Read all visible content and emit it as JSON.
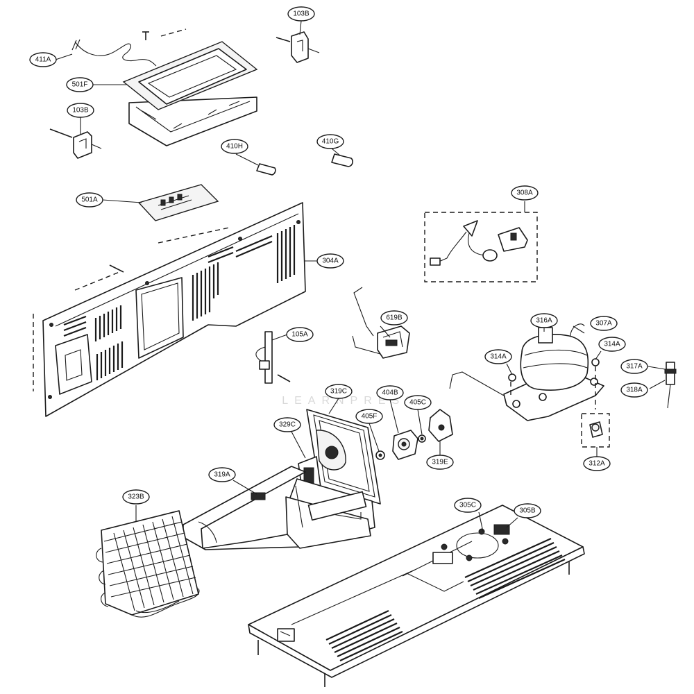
{
  "watermark": "LEARNPRESS",
  "callouts": [
    {
      "id": "411A",
      "label": "411A"
    },
    {
      "id": "501F",
      "label": "501F"
    },
    {
      "id": "103B-top",
      "label": "103B"
    },
    {
      "id": "103B-left",
      "label": "103B"
    },
    {
      "id": "410H",
      "label": "410H"
    },
    {
      "id": "410G",
      "label": "410G"
    },
    {
      "id": "501A",
      "label": "501A"
    },
    {
      "id": "304A",
      "label": "304A"
    },
    {
      "id": "308A",
      "label": "308A"
    },
    {
      "id": "619B",
      "label": "619B"
    },
    {
      "id": "316A",
      "label": "316A"
    },
    {
      "id": "307A",
      "label": "307A"
    },
    {
      "id": "314A-left",
      "label": "314A"
    },
    {
      "id": "314A-right",
      "label": "314A"
    },
    {
      "id": "317A",
      "label": "317A"
    },
    {
      "id": "318A",
      "label": "318A"
    },
    {
      "id": "105A",
      "label": "105A"
    },
    {
      "id": "319C",
      "label": "319C"
    },
    {
      "id": "404B",
      "label": "404B"
    },
    {
      "id": "405C",
      "label": "405C"
    },
    {
      "id": "405F",
      "label": "405F"
    },
    {
      "id": "329C",
      "label": "329C"
    },
    {
      "id": "319E",
      "label": "319E"
    },
    {
      "id": "312A",
      "label": "312A"
    },
    {
      "id": "319A",
      "label": "319A"
    },
    {
      "id": "323B",
      "label": "323B"
    },
    {
      "id": "305C",
      "label": "305C"
    },
    {
      "id": "305B",
      "label": "305B"
    }
  ]
}
